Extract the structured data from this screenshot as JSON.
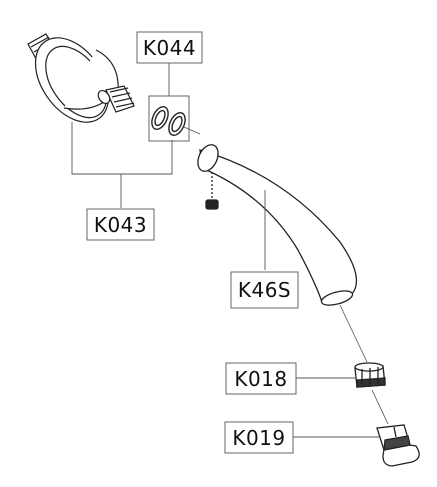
{
  "parts": [
    {
      "id": "k044",
      "code": "K044"
    },
    {
      "id": "k043",
      "code": "K043"
    },
    {
      "id": "k46s",
      "code": "K46S"
    },
    {
      "id": "k018",
      "code": "K018"
    },
    {
      "id": "k019",
      "code": "K019"
    }
  ],
  "colors": {
    "line": "#222222",
    "leader": "#555555",
    "background": "#ffffff"
  }
}
